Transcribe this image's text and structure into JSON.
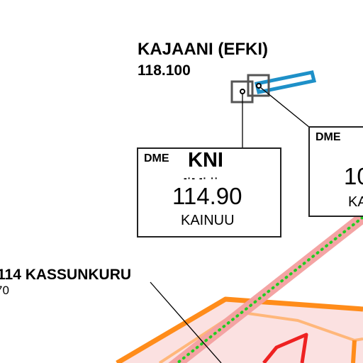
{
  "airport": {
    "name": "KAJAANI (EFKI)",
    "frequency": "118.100"
  },
  "navaids": [
    {
      "type": "DME",
      "ident": "KNI",
      "morse": "-·- -· ··",
      "frequency": "114.90",
      "name": "KAINUU"
    },
    {
      "type": "DME",
      "ident": "",
      "frequency_partial": "10",
      "name_partial": "KA"
    }
  ],
  "waypoint": {
    "label": "114 KASSUNKURU",
    "sublabel": "70"
  },
  "colors": {
    "runway": "#1e90c8",
    "route_casing": "#f4a0a0",
    "route_dots": "#22cc22",
    "airspace_orange": "#ff8c1a",
    "airspace_fill": "#fbdede",
    "airspace_red": "#ee2222",
    "box_border": "#222222",
    "navaid_symbol": "#555555"
  }
}
